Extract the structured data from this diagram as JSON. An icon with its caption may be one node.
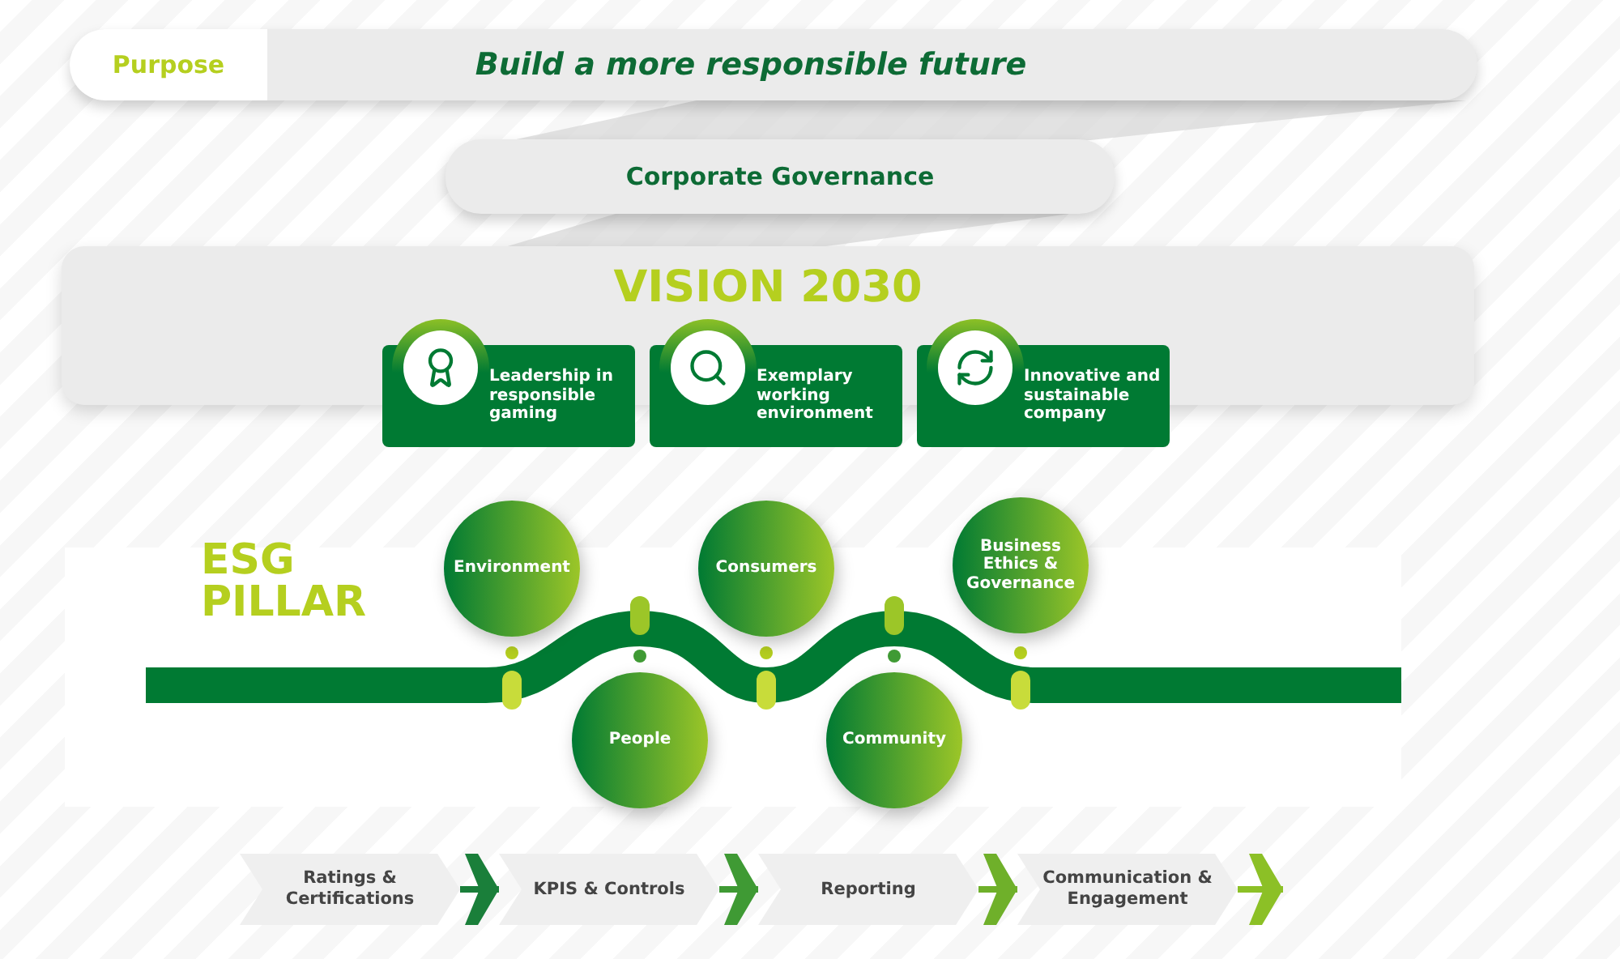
{
  "diagram": {
    "nodes": [
      {
        "text": [
          "Purpose",
          "Build a more responsible future"
        ]
      },
      {
        "text": [
          "Corporate Governance"
        ]
      },
      {
        "text": [
          "VISION 2030"
        ]
      },
      {
        "text": [
          "Leadership in responsible gaming"
        ]
      },
      {
        "text": [
          "Exemplary working environment"
        ]
      },
      {
        "text": [
          "Innovative and sustainable company"
        ]
      },
      {
        "text": [
          "Environment"
        ]
      },
      {
        "text": [
          "People"
        ]
      },
      {
        "text": [
          "Consumers"
        ]
      },
      {
        "text": [
          "Community"
        ]
      },
      {
        "text": [
          "Business Ethics & Governance"
        ]
      },
      {
        "text": [
          "Ratings & Certifications"
        ]
      },
      {
        "text": [
          "KPIS & Controls"
        ]
      },
      {
        "text": [
          "Reporting"
        ]
      },
      {
        "text": [
          "Communication & Engagement"
        ]
      }
    ],
    "edges": [
      {
        "from": 11,
        "to": 12,
        "arrow": "to",
        "color": "#1a7f3a"
      },
      {
        "from": 12,
        "to": 13,
        "arrow": "to",
        "color": "#3f9a34"
      },
      {
        "from": 13,
        "to": 14,
        "arrow": "to",
        "color": "#6fb02a"
      },
      {
        "from": 14,
        "to": null,
        "arrow": "to",
        "color": "#8cc026"
      }
    ],
    "labels": [
      "ESG PILLAR"
    ]
  }
}
